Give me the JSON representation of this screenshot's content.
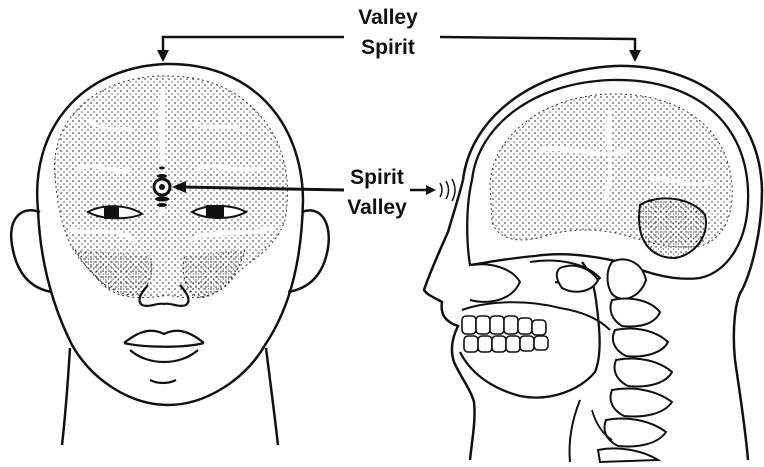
{
  "top_label": {
    "line1": "Valley",
    "line2": "Spirit"
  },
  "middle_label": {
    "line1": "Spirit",
    "line2": "Valley"
  },
  "colors": {
    "ink": "#111111",
    "paper": "#ffffff"
  }
}
